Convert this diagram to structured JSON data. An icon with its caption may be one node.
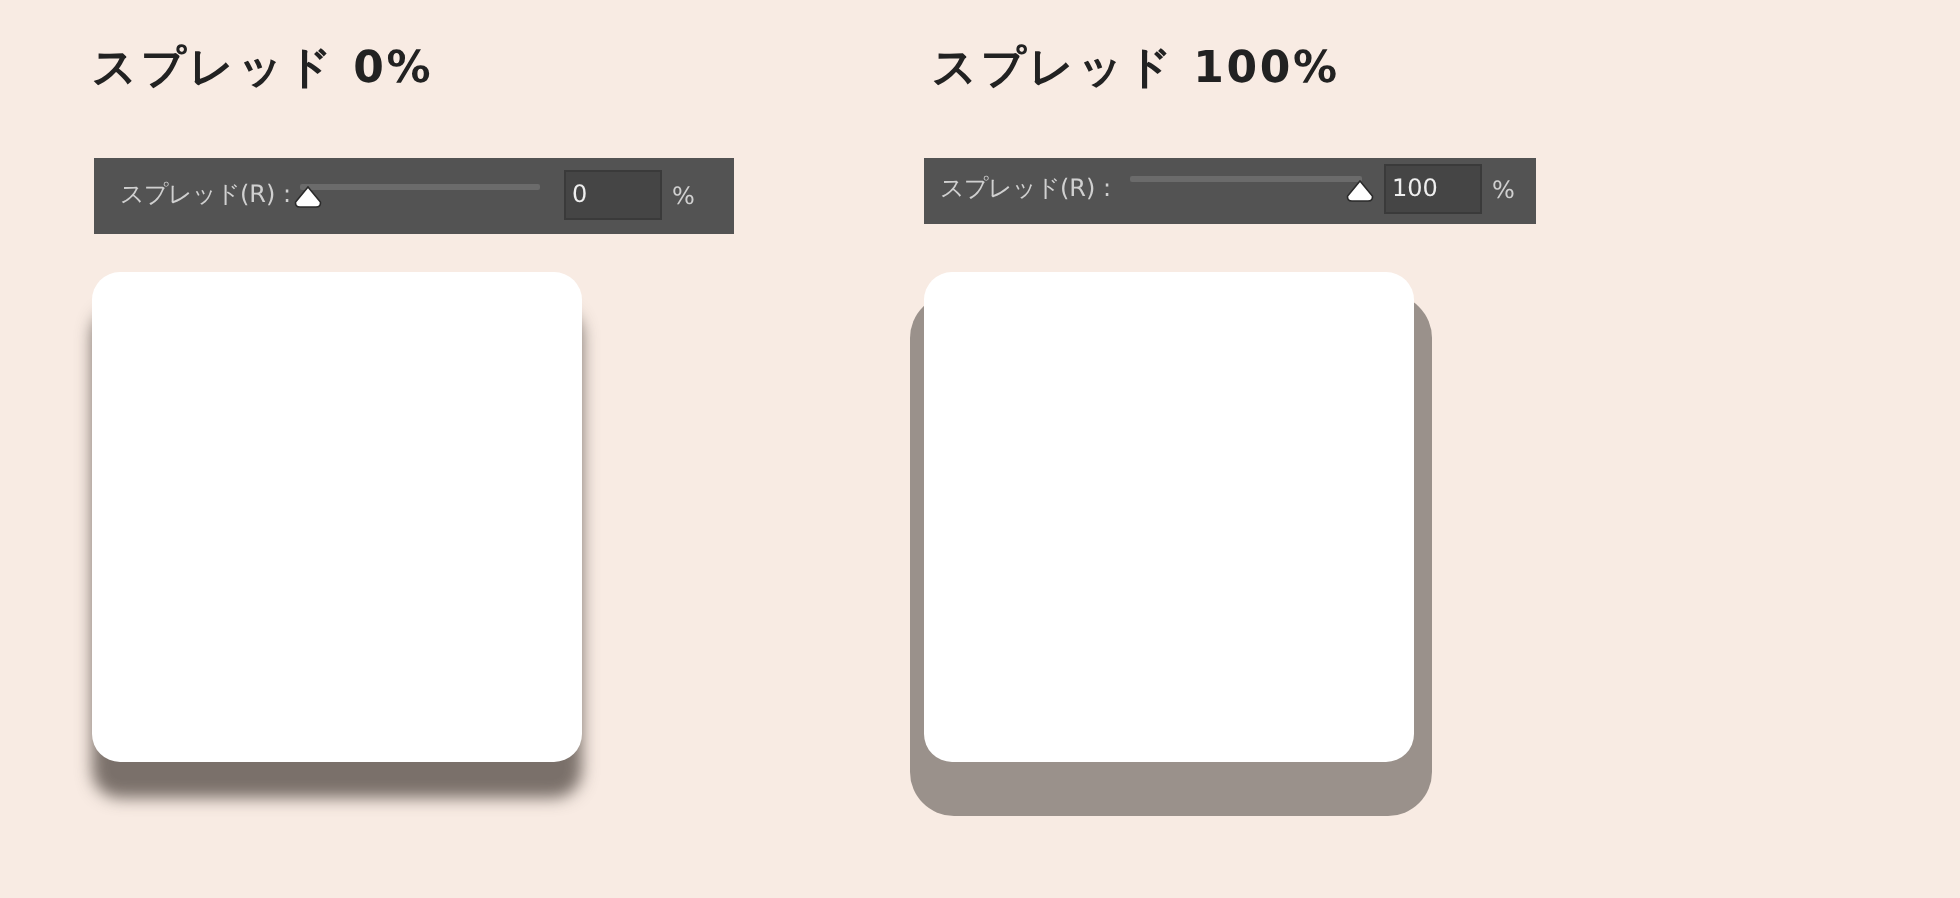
{
  "diagram": {
    "nodes": [
      {
        "text": [],
        "shape": "box"
      },
      {
        "text": [],
        "shape": "box"
      }
    ],
    "labels": [
      "スプレッド 0%",
      "スプレッド 100%",
      "スプレッド(R) :",
      "0",
      "%",
      "スプレッド(R) :",
      "100",
      "%"
    ]
  }
}
